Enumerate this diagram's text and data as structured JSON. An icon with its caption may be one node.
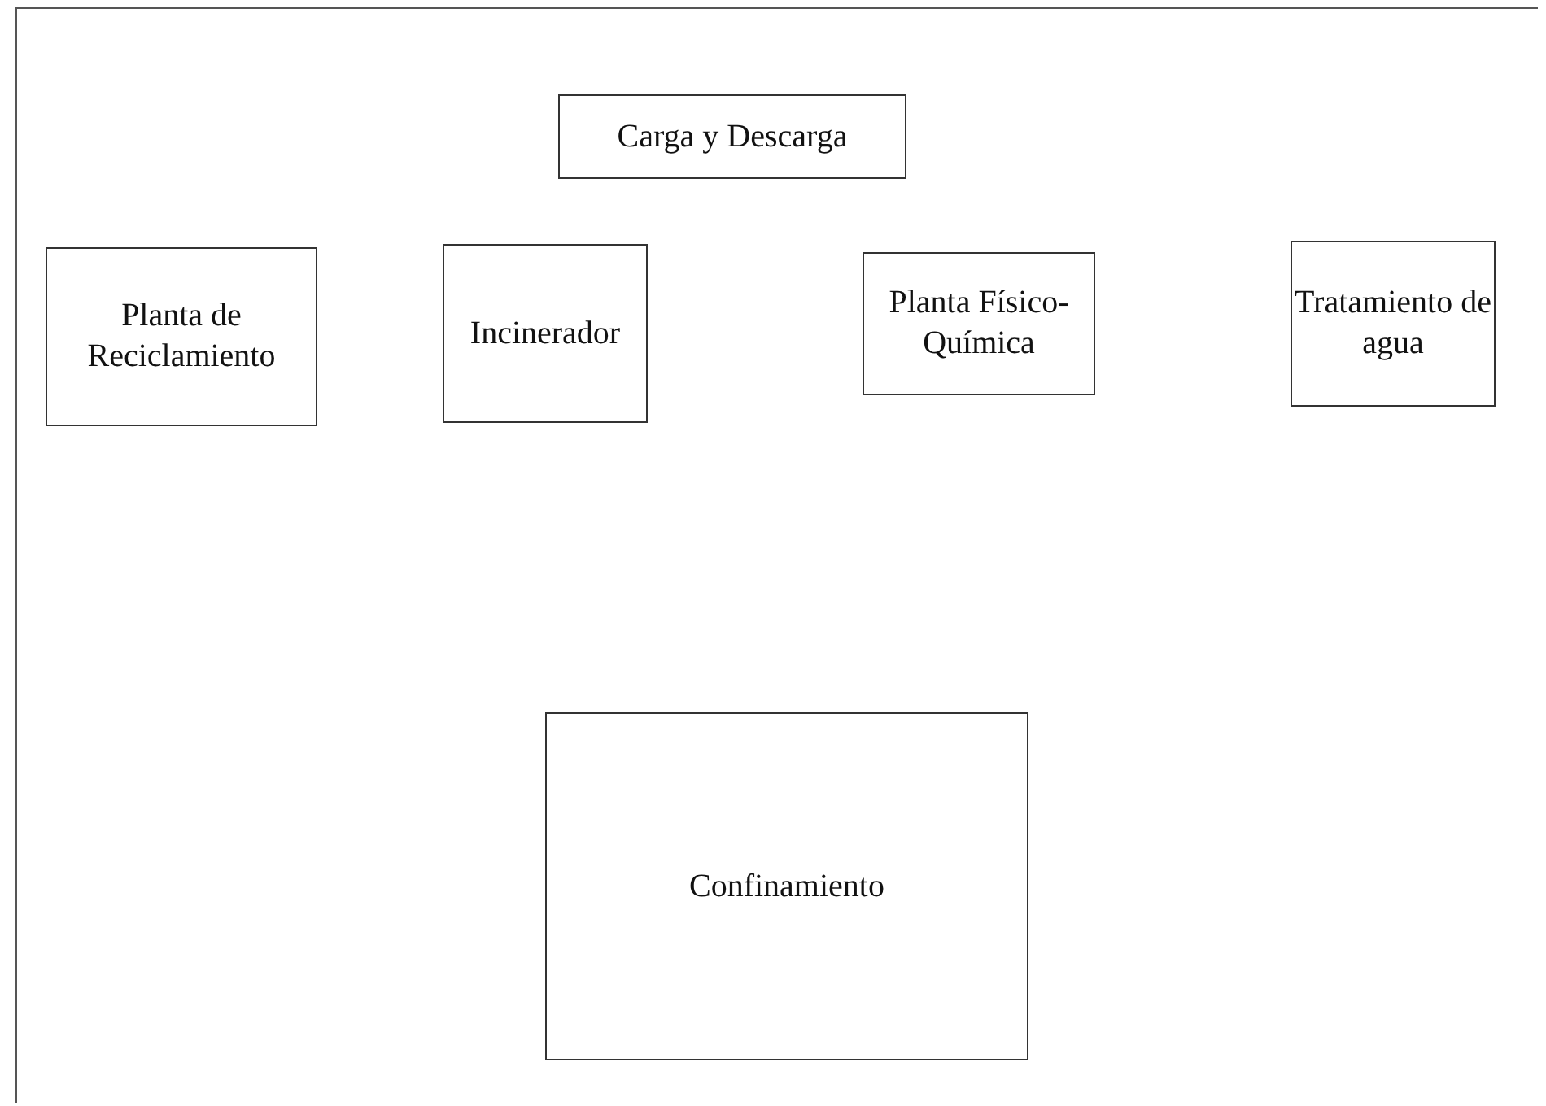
{
  "diagram": {
    "nodes": [
      {
        "text": [
          "Carga y Descarga"
        ]
      },
      {
        "text": [
          "Planta de Reciclamiento"
        ]
      },
      {
        "text": [
          "Incinerador"
        ]
      },
      {
        "text": [
          "Planta Físico-Química"
        ]
      },
      {
        "text": [
          "Tratamiento de agua"
        ]
      },
      {
        "text": [
          "Confinamiento"
        ]
      }
    ],
    "edges": []
  }
}
